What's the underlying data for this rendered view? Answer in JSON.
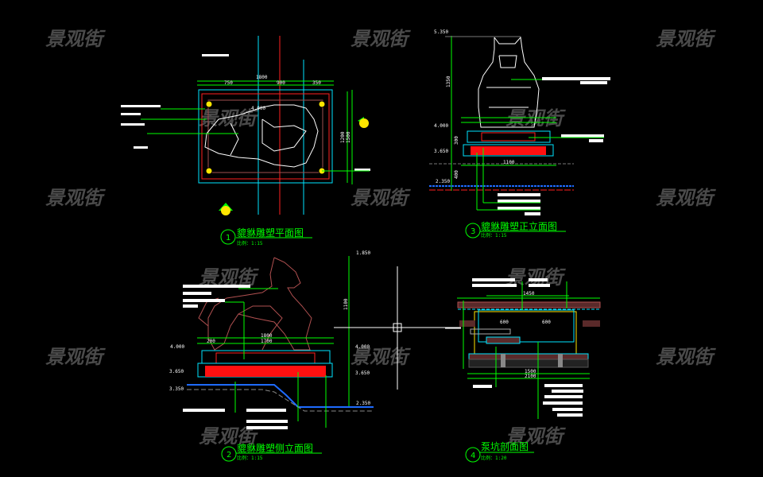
{
  "watermark": "景观街",
  "colors": {
    "background": "#000000",
    "dimension": "#00ff00",
    "outline": "#00e5ff",
    "red": "#ff2020",
    "sculpture": "#ffffff",
    "side_sculpture": "#b05050",
    "water": "#1e6bff"
  },
  "views": [
    {
      "number": "1",
      "title": "貔貅雕塑平面图",
      "scale": "比例：1:15",
      "dims": {
        "total": "1800",
        "left": "750",
        "mid": "900",
        "right": "350",
        "height1": "1200",
        "height2": "1500",
        "level": "4.000"
      }
    },
    {
      "number": "2",
      "title": "貔貅雕塑侧立面图",
      "scale": "比例：1:15",
      "dims": {
        "top": "1.850",
        "height": "1100",
        "l1": "4.000",
        "l2": "3.650",
        "l3": "3.350",
        "r1": "4.000",
        "r2": "3.650",
        "r3": "2.350",
        "w1": "1800",
        "w2": "1700",
        "s": "200"
      }
    },
    {
      "number": "3",
      "title": "貔貅雕塑正立面图",
      "scale": "比例：1:15",
      "dims": {
        "top": "5.350",
        "height": "1350",
        "l1": "4.000",
        "l2": "3.650",
        "l3": "2.350",
        "width": "1100",
        "h1": "300",
        "h2": "400"
      }
    },
    {
      "number": "4",
      "title": "泵坑剖面图",
      "scale": "比例：1:20",
      "dims": {
        "top": "1450",
        "w1": "600",
        "w2": "600",
        "bottom1": "1500",
        "bottom2": "2100"
      }
    }
  ]
}
